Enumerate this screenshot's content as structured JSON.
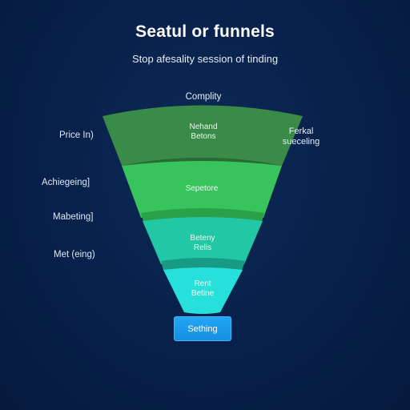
{
  "title": "Seatul or funnels",
  "subtitle": "Stop afesality session of tinding",
  "top_label": "Complity",
  "right_label": [
    "Ferkal",
    "sueceling"
  ],
  "left_labels": [
    "Price In)",
    "Achiegeing]",
    "Mabeting]",
    "Met (eing)"
  ],
  "segments": [
    {
      "lines": [
        "Nehand",
        "Betons"
      ],
      "color": "#3a8b47"
    },
    {
      "lines": [
        "Sepetore"
      ],
      "color": "#38c45c"
    },
    {
      "lines": [
        "Beteny",
        "Relis"
      ],
      "color": "#22c7a6"
    },
    {
      "lines": [
        "Rent",
        "Betine"
      ],
      "color": "#27e0dc"
    }
  ],
  "cta_label": "Sething",
  "colors": {
    "background": "#08204a",
    "cta": "#1e9bf0"
  }
}
